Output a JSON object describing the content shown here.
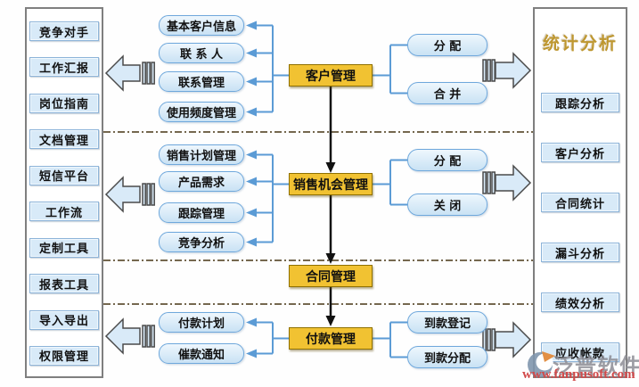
{
  "left_panel": {
    "items": [
      "竞争对手",
      "工作汇报",
      "岗位指南",
      "文档管理",
      "短信平台",
      "工作流",
      "定制工具",
      "报表工具",
      "导入导出",
      "权限管理"
    ]
  },
  "right_panel": {
    "title": "统计分析",
    "items": [
      "跟踪分析",
      "客户分析",
      "合同统计",
      "漏斗分析",
      "绩效分析",
      "应收帐款"
    ]
  },
  "flow": {
    "nodes": {
      "customer": "客户管理",
      "sales": "销售机会管理",
      "contract": "合同管理",
      "payment": "付款管理"
    },
    "customer_sub": [
      "基本客户信息",
      "联 系 人",
      "联系管理",
      "使用频度管理"
    ],
    "customer_actions": [
      "分  配",
      "合  并"
    ],
    "sales_sub": [
      "销售计划管理",
      "产品需求",
      "跟踪管理",
      "竞争分析"
    ],
    "sales_actions": [
      "分  配",
      "关  闭"
    ],
    "payment_sub": [
      "付款计划",
      "催款通知"
    ],
    "payment_actions": [
      "到款登记",
      "到款分配"
    ]
  },
  "watermark": {
    "brand": "泛普软件",
    "url": "www.fanpusoft.com"
  },
  "colors": {
    "node_fill": "#f1c232",
    "subbox_fill": "#d9eaf8",
    "panel_item_fill": "#d8eaf8",
    "connector_blue": "#5b9bd5",
    "divider_brown": "#75684f",
    "title_gold": "#be9730",
    "watermark_red": "#d14a4a"
  }
}
